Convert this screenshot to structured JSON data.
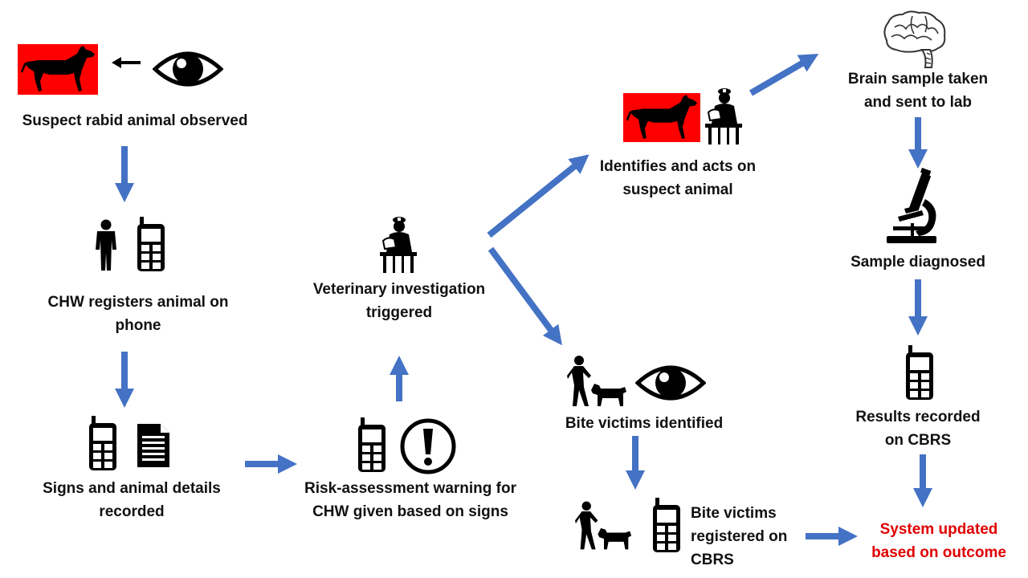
{
  "colors": {
    "arrow": "#4472c4",
    "highlight_bg": "#ff0000",
    "outcome_text": "#e00000"
  },
  "nodes": {
    "suspect_observed": {
      "line1": "Suspect rabid animal observed",
      "icons": [
        "dog-silhouette-icon",
        "small-left-arrow-icon",
        "eye-icon"
      ]
    },
    "chw_registers": {
      "line1": "CHW registers animal on",
      "line2": "phone",
      "icons": [
        "person-icon",
        "mobile-phone-icon"
      ]
    },
    "signs_recorded": {
      "line1": "Signs and animal details",
      "line2": "recorded",
      "icons": [
        "mobile-phone-icon",
        "document-icon"
      ]
    },
    "risk_warning": {
      "line1": "Risk-assessment warning for",
      "line2": "CHW given based on signs",
      "icons": [
        "mobile-phone-icon",
        "exclamation-icon"
      ]
    },
    "vet_triggered": {
      "line1": "Veterinary investigation",
      "line2": "triggered",
      "icons": [
        "veterinarian-icon"
      ]
    },
    "acts_on_animal": {
      "line1": "Identifies and acts on",
      "line2": "suspect animal",
      "icons": [
        "dog-silhouette-icon",
        "veterinarian-icon"
      ]
    },
    "bite_identified": {
      "line1": "Bite victims identified",
      "icons": [
        "dog-bite-victim-icon",
        "eye-icon"
      ]
    },
    "bite_registered": {
      "line1": "Bite victims",
      "line2": "registered on",
      "line3": "CBRS",
      "icons": [
        "dog-bite-victim-icon",
        "mobile-phone-icon"
      ]
    },
    "brain_sample": {
      "line1": "Brain sample taken",
      "line2": "and sent to lab",
      "icons": [
        "brain-icon"
      ]
    },
    "sample_diagnosed": {
      "line1": "Sample diagnosed",
      "icons": [
        "microscope-icon"
      ]
    },
    "results_recorded": {
      "line1": "Results recorded",
      "line2": "on CBRS",
      "icons": [
        "mobile-phone-icon"
      ]
    },
    "system_updated": {
      "line1": "System updated",
      "line2": "based on outcome"
    }
  }
}
